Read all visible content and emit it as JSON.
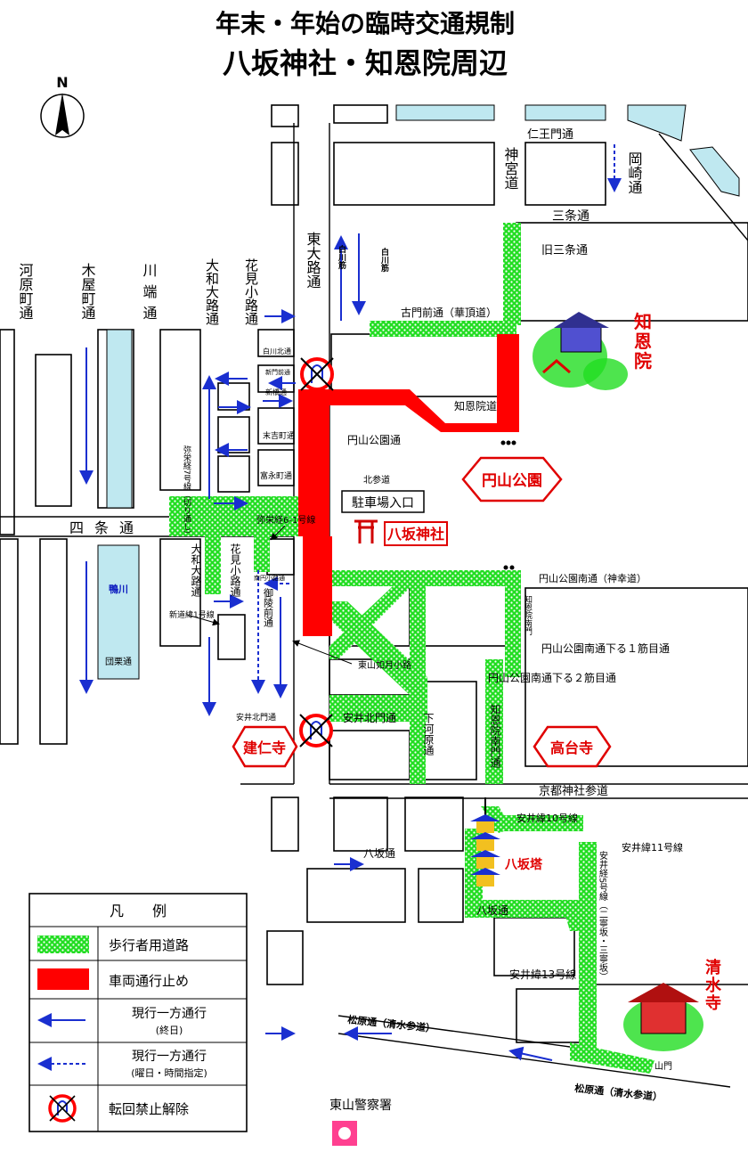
{
  "title_line1": "年末・年始の臨時交通規制",
  "title_line2": "八坂神社・知恩院周辺",
  "north_label": "N",
  "colors": {
    "pedestrian": "#22dd22",
    "closed": "#ff0000",
    "oneway": "#1a2fd0",
    "landmark_red": "#e00000",
    "river": "#bfe8f0"
  },
  "streets": {
    "kawaramachi": "河原町通",
    "kiyamachi": "木屋町通",
    "kawabata": "川端通",
    "yamatooji": "大和大路通",
    "hanamikoji": "花見小路通",
    "higashioji": "東大路通",
    "shirakawa1": "白川筋",
    "shirakawa2": "白川筋",
    "jingumichi": "神宮道",
    "okazaki": "岡崎通",
    "niomon": "仁王門通",
    "sanjo": "三条通",
    "kyusanjo": "旧三条通",
    "komon": "古門前通（華頂道）",
    "chionin_dori": "知恩院道",
    "shirakawa_kita": "白川北通",
    "shinmonzen": "新門前通",
    "shinbashi": "新橋通",
    "sueyoshi": "末吉町通",
    "tominaga": "富永町通",
    "yasakyo7": "弥栄経7号線（切り通し）",
    "yasakyo61": "弥栄経6-1号線",
    "shijo": "四条通",
    "maruyama_koen_dori": "円山公園通",
    "kitasando": "北参道",
    "yamato2": "大和大路通",
    "hanami2": "花見小路通",
    "minamimarui": "南円小路通",
    "goryomae": "御陵前通",
    "shinmichi": "新道緯1号線",
    "danrimichi": "団栗通",
    "higashiyama_kojiro": "東山如月小路",
    "maruyama_minami": "円山公園南通（神幸道）",
    "chionin_minami_mon": "知恩院南門",
    "maruyama_minami1": "円山公園南通下る１筋目通",
    "maruyama_minami2": "円山公園南通下る２筋目通",
    "chionin_minamimon_dori": "知恩院南門通",
    "shimogawara": "下河原通",
    "yasui_kitamon": "安井北門通",
    "yasui_kitamon2": "安井北門通",
    "kyoto_jinja": "京都神社参道",
    "yasui10": "安井緯10号線",
    "yasui11": "安井緯11号線",
    "yasui5": "安井経5号線（二寧坂・三寧坂）",
    "yasaka": "八坂通",
    "yasaka2": "八坂通",
    "yasui13": "安井緯13号線",
    "matsubara": "松原通（清水参道）",
    "matsubara2": "松原通（清水参道）",
    "sanmon": "山門"
  },
  "landmarks": {
    "chionin": "知恩院",
    "maruyama": "円山公園",
    "yasaka_jinja": "八坂神社",
    "parking": "駐車場入口",
    "kenninji": "建仁寺",
    "kodaiji": "高台寺",
    "yasaka_to": "八坂塔",
    "kiyomizu": "清水寺",
    "keisatsu": "東山警察署",
    "kamo_river": "鴨川"
  },
  "legend": {
    "title": "凡　　例",
    "pedestrian": "歩行者用道路",
    "closed": "車両通行止め",
    "oneway_full": "現行一方通行",
    "oneway_full_sub": "(終日)",
    "oneway_time": "現行一方通行",
    "oneway_time_sub": "(曜日・時間指定)",
    "uturn": "転回禁止解除"
  }
}
